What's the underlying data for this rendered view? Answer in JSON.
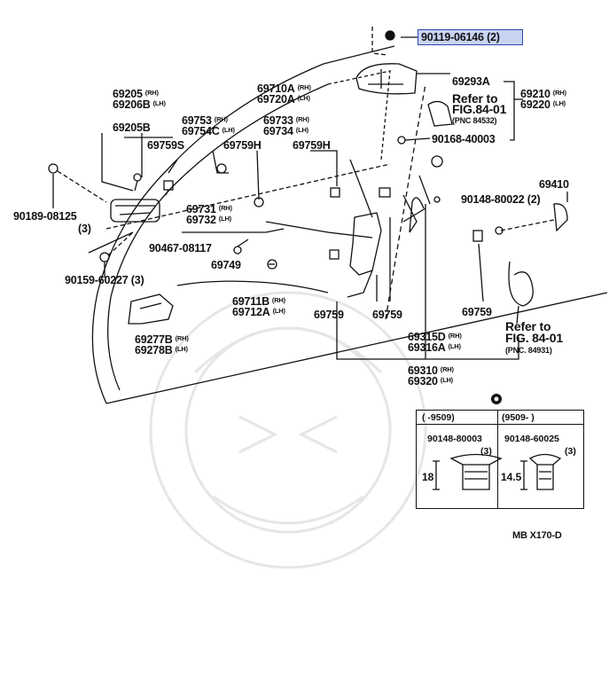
{
  "highlight": {
    "part": "90119-06146",
    "qty": "(2)",
    "color": "#2c48b0",
    "fill": "#c9d3f2"
  },
  "labels": {
    "p69205": "69205",
    "p69206B": "69206B",
    "p69205B": "69205B",
    "p69753": "69753",
    "p69754C": "69754C",
    "p69710A": "69710A",
    "p69720A": "69720A",
    "p69733": "69733",
    "p69734": "69734",
    "p69759S": "69759S",
    "p69759H_a": "69759H",
    "p69759H_b": "69759H",
    "p69293A": "69293A",
    "p69210": "69210",
    "p69220": "69220",
    "ref_top_1": "Refer to",
    "ref_top_2": "FIG.84-01",
    "ref_top_3": "(PNC 84532)",
    "p90168": "90168-40003",
    "p69410": "69410",
    "p90148_80022": "90148-80022",
    "p90148_80022_qty": "(2)",
    "p90189": "90189-08125",
    "p90189_qty": "(3)",
    "p69731": "69731",
    "p69732": "69732",
    "p90467": "90467-08117",
    "p69749": "69749",
    "p90159": "90159-60227",
    "p90159_qty": "(3)",
    "p69711B": "69711B",
    "p69712A": "69712A",
    "p69277B": "69277B",
    "p69278B": "69278B",
    "p69759_a": "69759",
    "p69759_b": "69759",
    "p69759_c": "69759",
    "p69315D": "69315D",
    "p69316A": "69316A",
    "p69310": "69310",
    "p69320": "69320",
    "ref_bot_1": "Refer to",
    "ref_bot_2": "FIG. 84-01",
    "ref_bot_3": "(PNC. 84931)",
    "diagram_code": "MB  X170-D"
  },
  "side_marks": {
    "rh": "(RH)",
    "lh": "(LH)"
  },
  "table": {
    "col1_header": "(      -9509)",
    "col2_header": "(9509-      )",
    "col1_part": "90148-80003",
    "col2_part": "90148-60025",
    "col1_qty": "(3)",
    "col2_qty": "(3)",
    "col1_dim": "18",
    "col2_dim": "14.5"
  }
}
